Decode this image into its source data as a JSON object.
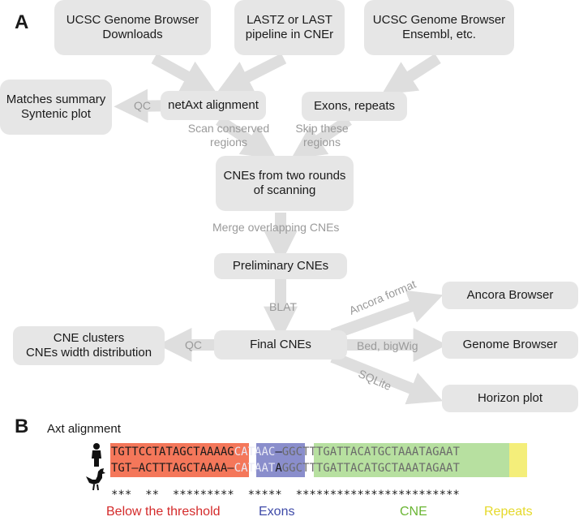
{
  "panel_a": "A",
  "panel_b": "B",
  "boxes": {
    "ucsc_downloads": [
      "UCSC Genome Browser",
      "Downloads"
    ],
    "lastz": [
      "LASTZ or LAST",
      "pipeline in CNEr"
    ],
    "ucsc_ensembl": [
      "UCSC Genome Browser",
      "Ensembl, etc."
    ],
    "matches": [
      "Matches summary",
      "Syntenic plot"
    ],
    "netaxt": [
      "netAxt alignment"
    ],
    "exons": [
      "Exons, repeats"
    ],
    "cnes_two": [
      "CNEs from two rounds",
      "of scanning"
    ],
    "preliminary": [
      "Preliminary CNEs"
    ],
    "clusters": [
      "CNE clusters",
      "CNEs width distribution"
    ],
    "final": [
      "Final CNEs"
    ],
    "ancora": [
      "Ancora Browser"
    ],
    "genome_browser": [
      "Genome Browser"
    ],
    "horizon": [
      "Horizon plot"
    ]
  },
  "labels": {
    "qc1": "QC",
    "scan": [
      "Scan conserved",
      "regions"
    ],
    "skip": [
      "Skip these",
      "regions"
    ],
    "merge": "Merge overlapping CNEs",
    "blat": "BLAT",
    "qc2": "QC",
    "ancora_format": "Ancora format",
    "bed": "Bed, bigWig",
    "sqlite": "SQLite"
  },
  "alignment": {
    "title": "Axt alignment",
    "seq1": {
      "red": "TGTTCCTATAGCTAAAA",
      "gap1": "G",
      "blue": "CATAAC",
      "gap2": "–",
      "green": "GGCTTTGATTACATGCTAAATAGA",
      "yellow": "AT"
    },
    "seq2": {
      "red": "TGT–ACTTTAGCTAAAA",
      "gap1": "–",
      "blue": "CATAAT",
      "gap2": "A",
      "green": "GGCTTTGATTACATGCTAAATAGA",
      "yellow": "AT"
    },
    "stars": "***  **  *********  *****  ************************",
    "legend": [
      "Below the threshold",
      "Exons",
      "CNE",
      "Repeats"
    ],
    "colors": {
      "red": "#f4775a",
      "blue": "#8a8ecc",
      "green": "#b7e0a0",
      "yellow": "#f4ee7a",
      "legend_red": "#d42b2b",
      "legend_blue": "#3e4aa8",
      "legend_green": "#6ab533",
      "legend_yellow": "#e5d92a"
    }
  },
  "icons": {
    "species1": "human-silhouette-icon",
    "species2": "rooster-silhouette-icon"
  }
}
